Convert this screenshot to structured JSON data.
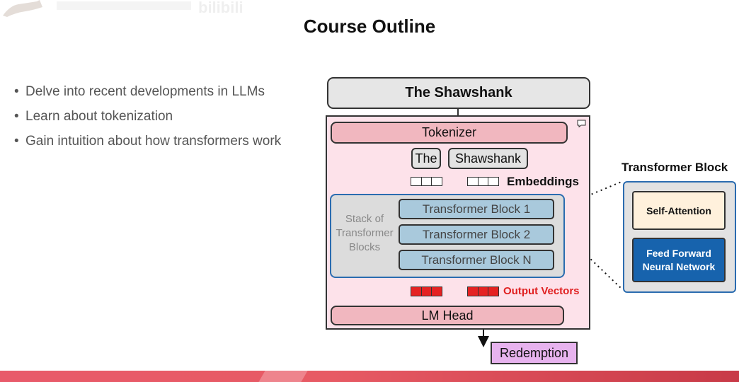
{
  "title": "Course Outline",
  "bullets": [
    "Delve into recent developments in LLMs",
    "Learn about tokenization",
    "Gain intuition about how transformers work"
  ],
  "diagram": {
    "input_text": "The Shawshank",
    "tokenizer": "Tokenizer",
    "tokens": [
      "The",
      "Shawshank"
    ],
    "embeddings_label": "Embeddings",
    "stack_label": "Stack of Transformer Blocks",
    "blocks": [
      "Transformer Block 1",
      "Transformer Block 2",
      "Transformer Block N"
    ],
    "output_label": "Output Vectors",
    "lm_head": "LM Head",
    "output_token": "Redemption"
  },
  "transformer_block": {
    "title": "Transformer Block",
    "self_attention": "Self-Attention",
    "ffn": "Feed Forward Neural Network"
  },
  "colors": {
    "tokenizer": "#f1b7bf",
    "model_bg": "#fde2ea",
    "block": "#a9c9dc",
    "stack_border": "#2b6cb0",
    "output_red": "#e52222",
    "ffn": "#1763ad",
    "self_attention": "#fff1dc",
    "redemption": "#e7b3ee"
  }
}
